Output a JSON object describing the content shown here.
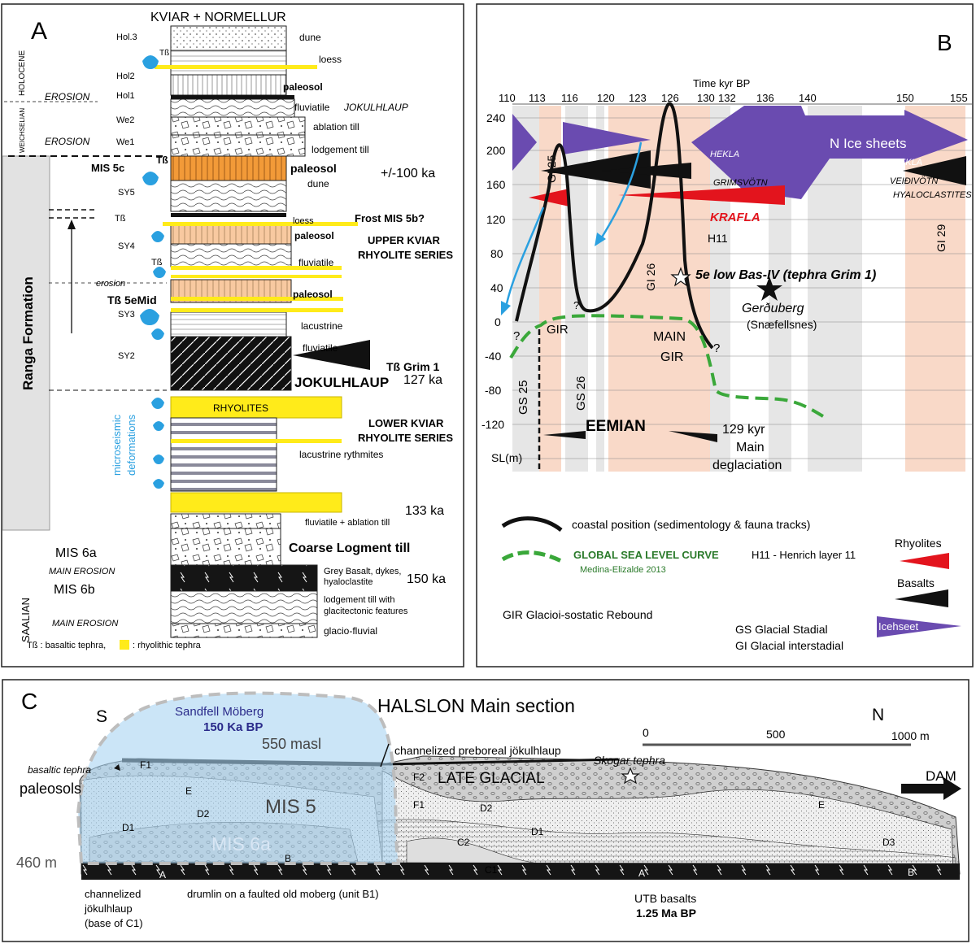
{
  "panel_a": {
    "letter": "A",
    "site_title": "KVIAR + NORMELLUR",
    "epochs": {
      "holocene": "HOLOCENE",
      "weichselian": "WEICHSELIAN",
      "saalian": "SAALIAN"
    },
    "formation": "Ranga  Formation",
    "unit_labels": [
      "Hol.3",
      "Hol2",
      "Hol1",
      "We2",
      "We1",
      "SY5",
      "SY4",
      "SY3",
      "SY2"
    ],
    "erosion": "EROSION",
    "erosion_small": "erosion",
    "tb": "Tß",
    "mis5c": "MIS 5c",
    "tb5emid": "Tß  5eMid",
    "tb_grim": "Tß Grim 1",
    "right_labels": {
      "dune": "dune",
      "loess": "loess",
      "paleosol": "paleosol",
      "fluviatile": "fluviatile",
      "jokulhlaup_it": "JOKULHLAUP",
      "ablation": "ablation till",
      "lodgement": "lodgement till",
      "lacustrine": "lacustrine",
      "rythmites": "lacustrine rythmites",
      "fluv_ablation": "fluviatile + ablation till",
      "grey_basalt": "Grey Basalt, dykes,",
      "hyalo": "hyaloclastite",
      "lodgement_glacitect_1": "lodgement till with",
      "lodgement_glacitect_2": "glacitectonic features",
      "glacio_fluvial": "glacio-fluvial",
      "rhyolites_box": "RHYOLITES"
    },
    "ages": {
      "a100": "+/-100 ka",
      "a127": "127 ka",
      "a133": "133 ka",
      "a150": "150 ka"
    },
    "frost": "Frost MIS 5b?",
    "upper_series_1": "UPPER KVIAR",
    "upper_series_2": "RHYOLITE SERIES",
    "lower_series_1": "LOWER KVIAR",
    "lower_series_2": "RHYOLITE SERIES",
    "jokulhlaup_bold": "JOKULHLAUP",
    "microseismic_1": "microseismic",
    "microseismic_2": "deformations",
    "mis6a": "MIS 6a",
    "mis6b": "MIS 6b",
    "main_erosion": "MAIN EROSION",
    "coarse_till": "Coarse Logment till",
    "legend_tb": "Tß : basaltic tephra,",
    "legend_rhy": ": rhyolithic tephra"
  },
  "panel_b": {
    "letter": "B",
    "axis_title": "Time kyr BP",
    "time_ticks": [
      "110",
      "113",
      "116",
      "120",
      "123",
      "126",
      "130",
      "132",
      "136",
      "140",
      "150",
      "155"
    ],
    "sl_ticks": [
      "240",
      "200",
      "160",
      "120",
      "80",
      "40",
      "0",
      "-40",
      "-80",
      "-120"
    ],
    "sl_label": "SL(m)",
    "gi25": "GI 25",
    "gi26": "GI 26",
    "gi29": "GI 29",
    "gs25": "GS 25",
    "gs26": "GS 26",
    "hekla": "HEKLA",
    "hekla2": "HEKLA",
    "grimsvotn": "GRIMSVÖTN",
    "veidivotn": "VEIÐIVÖTN",
    "hyaloclastites": "HYALOCLASTITES",
    "n_ice": "N Ice sheets",
    "krafla": "KRAFLA",
    "h11": "H11",
    "bas_iv": "5e  low Bas-IV (tephra Grim 1)",
    "gerduberg": "Gerðuberg",
    "snaefellsnes": "(Snæfellsnes)",
    "gir": "GIR",
    "main": "MAIN",
    "gir2": "GIR",
    "q": "?",
    "eemian": "EEMIAN",
    "kyr129": "129 kyr",
    "main_degl_1": "Main",
    "main_degl_2": "deglaciation",
    "leg_coastal": "coastal  position (sedimentology & fauna tracks)",
    "leg_gsl": "GLOBAL SEA LEVEL CURVE",
    "leg_medina": "Medina-Elizalde 2013",
    "leg_h11": "H11 -  Henrich layer 11",
    "leg_gir": "GIR  Glacioi-sostatic  Rebound",
    "leg_rhy": "Rhyolites",
    "leg_bas": "Basalts",
    "leg_ice": "Icehseet",
    "leg_gs": "GS Glacial Stadial",
    "leg_gi": "GI  Glacial interstadial",
    "colors": {
      "peach": "#f9d9c8",
      "grey": "#e6e6e6",
      "ice": "#6a4bb0",
      "red": "#e3141d",
      "green": "#3aa83a",
      "blue": "#2aa0e0"
    }
  },
  "panel_c": {
    "letter": "C",
    "title": "HALSLON Main section",
    "s": "S",
    "n": "N",
    "sandfell": "Sandfell Möberg",
    "ka150": "150 Ka BP",
    "masl550": "550 masl",
    "m460": "460 m",
    "channelized_pre": "channelized  preboreal jökulhlaup",
    "skogar": "Skogar tephra",
    "late_glacial": "LATE GLACIAL",
    "mis5": "MIS 5",
    "mis6a": "MIS 6a",
    "basaltic_tephra": "basaltic tephra",
    "paleosols": "paleosols",
    "scale": [
      "0",
      "500",
      "1000 m"
    ],
    "dam": "DAM",
    "units": [
      "F1",
      "F2",
      "E",
      "D2",
      "D1",
      "C2",
      "C1",
      "B",
      "A",
      "D3"
    ],
    "ch_jok_1": "channelized",
    "ch_jok_2": "jökulhlaup",
    "ch_jok_3": "(base of C1)",
    "drumlin": "drumlin  on a faulted old moberg (unit B1)",
    "utb": "UTB basalts",
    "ma125": "1.25 Ma BP"
  }
}
